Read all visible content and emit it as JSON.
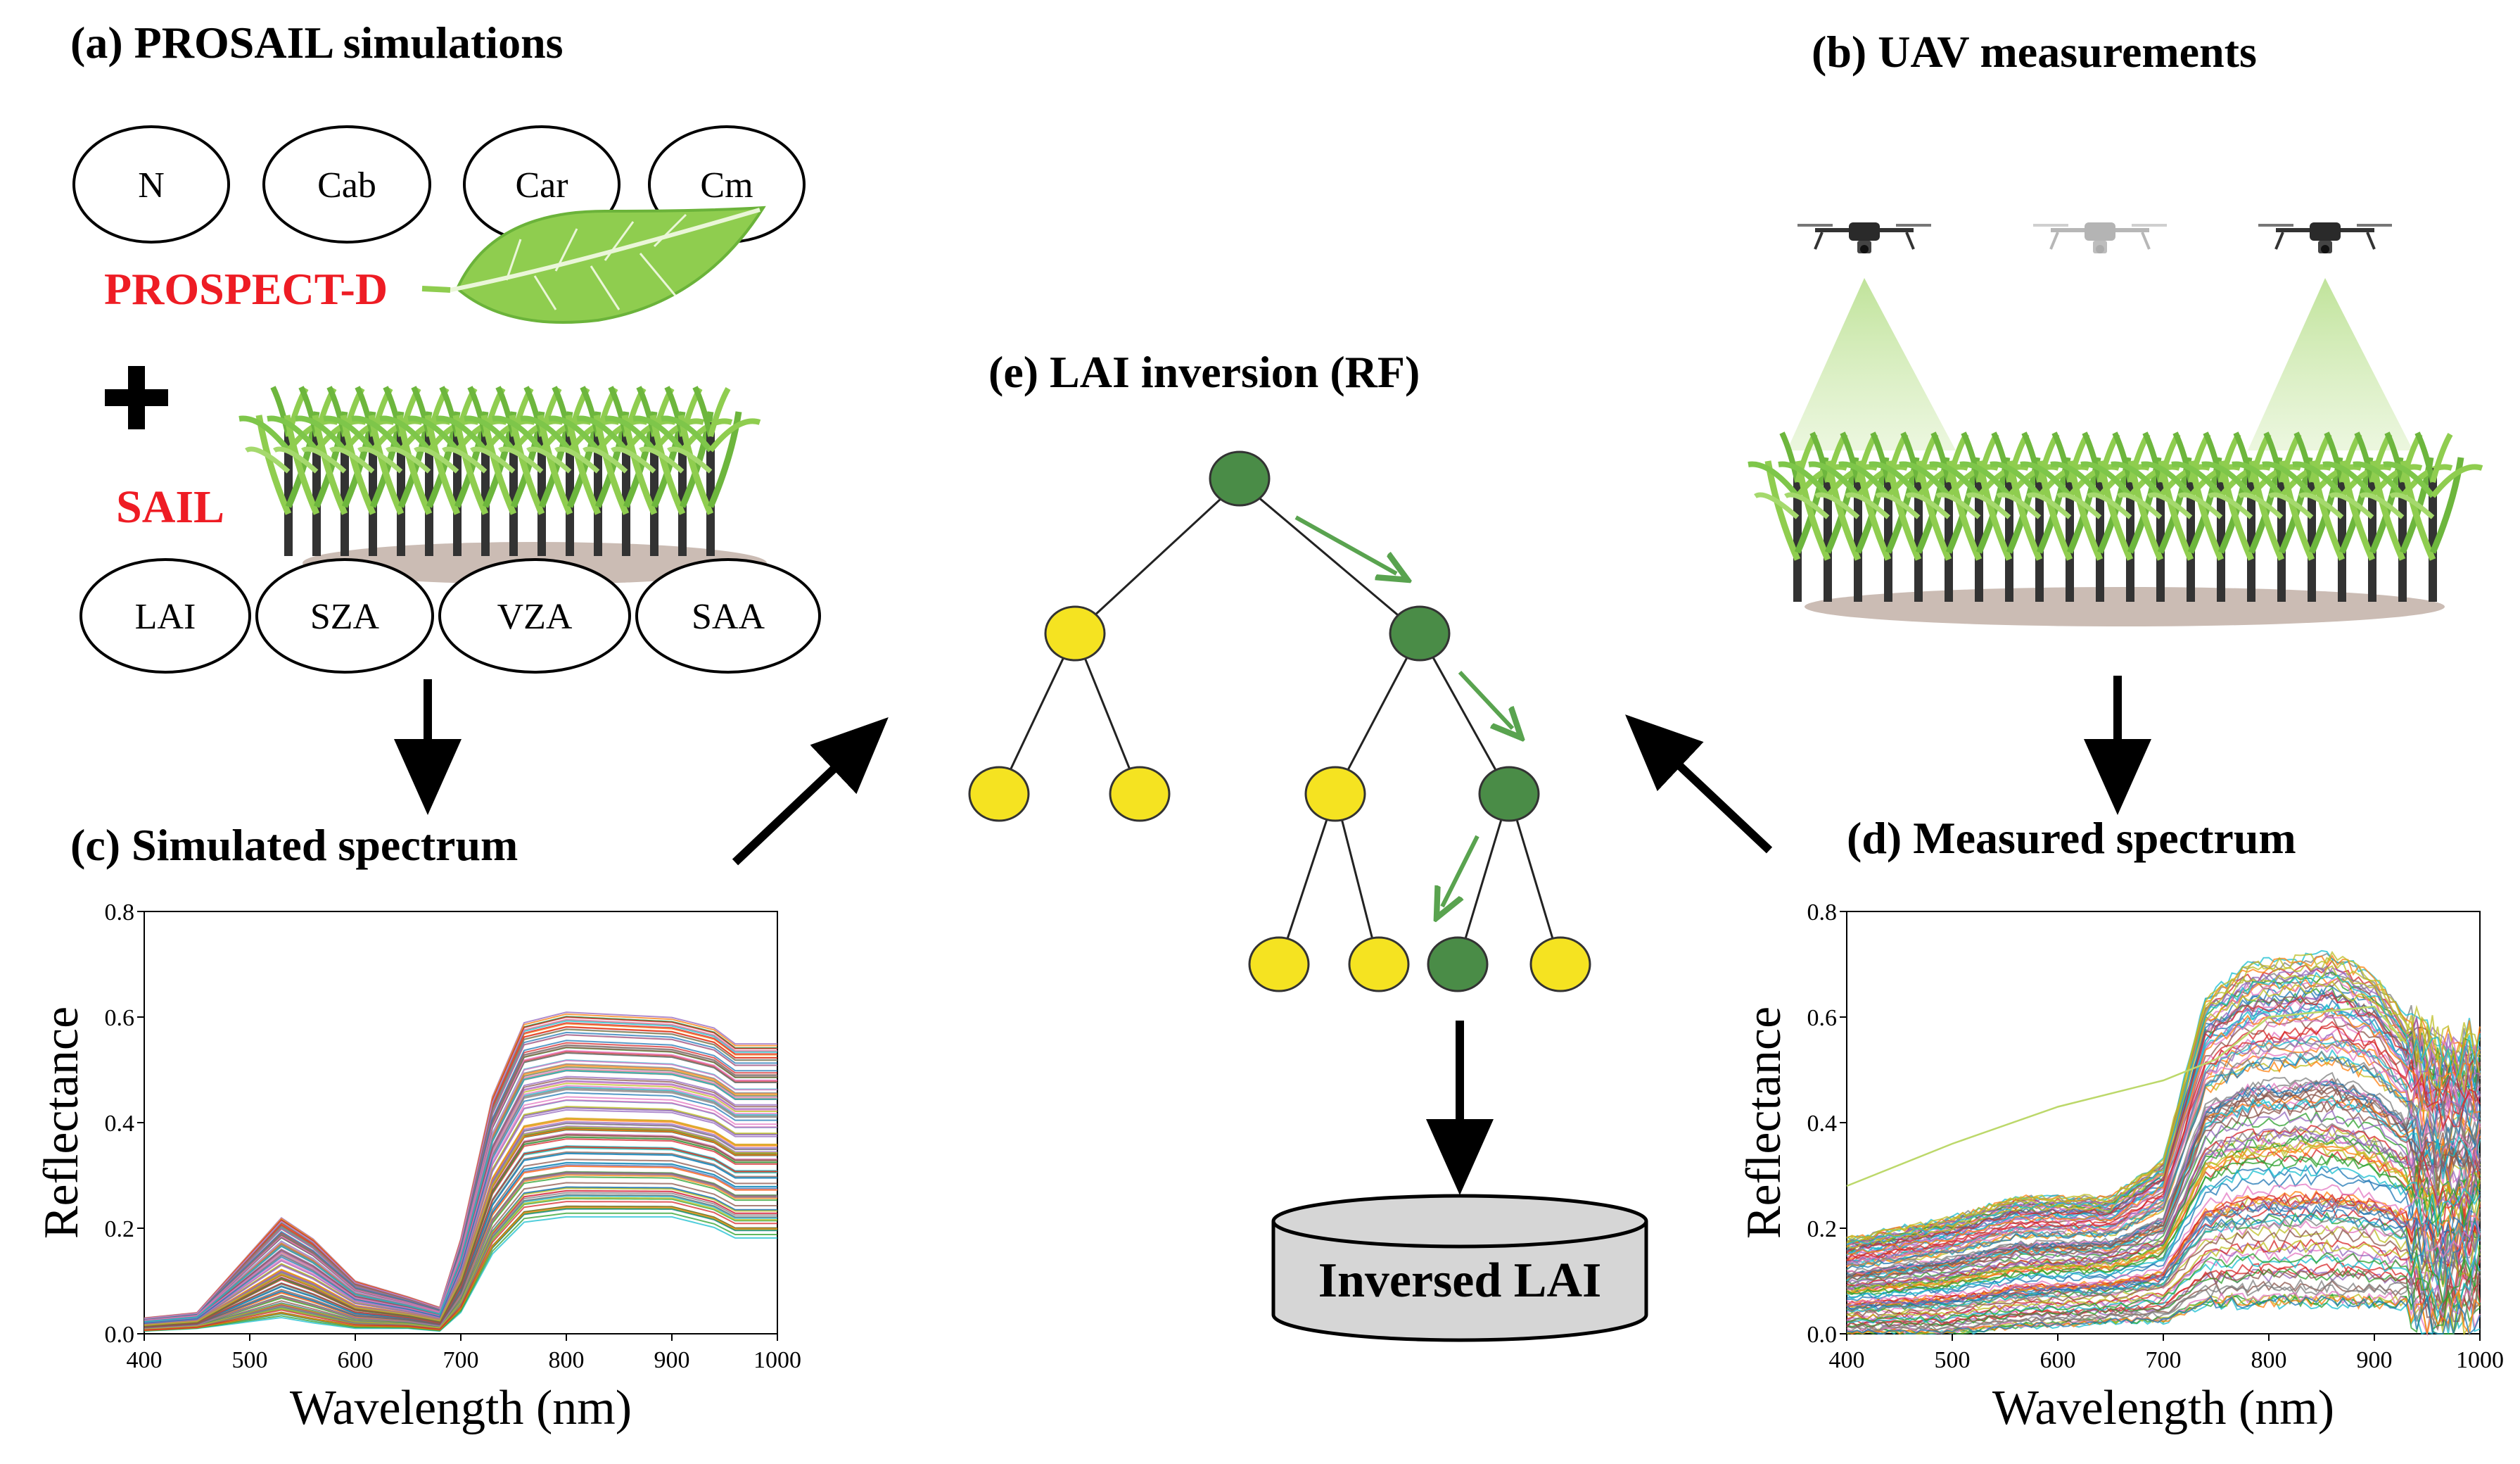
{
  "panels": {
    "a": {
      "title": "(a) PROSAIL simulations",
      "leaf_params": [
        "N",
        "Cab",
        "Car",
        "Cm"
      ],
      "leaf_model": "PROSPECT-D",
      "canopy_model": "SAIL",
      "canopy_params": [
        "LAI",
        "SZA",
        "VZA",
        "SAA"
      ]
    },
    "b": {
      "title": "(b) UAV measurements"
    },
    "c": {
      "title": "(c) Simulated spectrum"
    },
    "d": {
      "title": "(d) Measured spectrum"
    },
    "e": {
      "title": "(e) LAI inversion (RF)",
      "output": "Inversed LAI"
    }
  },
  "colors": {
    "model_label": "#ee1c24",
    "tree_active": "#4a8c47",
    "tree_inactive": "#f5e321",
    "path_arrow": "#59a34f",
    "leaf": "#8fcd4f",
    "plant": "#7ec64a",
    "stem": "#3a3a3a",
    "ground": "#cbbcb4",
    "uav_beam": "#c7e6a6",
    "database": "#d6d6d6"
  },
  "chart_data": [
    {
      "id": "simulated",
      "type": "line",
      "title": "",
      "xlabel": "Wavelength (nm)",
      "ylabel": "Reflectance",
      "xlim": [
        400,
        1000
      ],
      "ylim": [
        0.0,
        0.8
      ],
      "xticks": [
        400,
        500,
        600,
        700,
        800,
        900,
        1000
      ],
      "yticks": [
        0.0,
        0.2,
        0.4,
        0.6,
        0.8
      ],
      "ytick_labels": [
        "0.0",
        "0.2",
        "0.4",
        "0.6",
        "0.8"
      ],
      "grid": false,
      "description_of_series": "many simulated PROSAIL spectra",
      "envelope": {
        "x": [
          400,
          450,
          530,
          560,
          600,
          650,
          680,
          700,
          730,
          760,
          800,
          900,
          940,
          960,
          1000
        ],
        "lower": [
          0.005,
          0.01,
          0.03,
          0.02,
          0.01,
          0.01,
          0.005,
          0.04,
          0.15,
          0.21,
          0.22,
          0.22,
          0.2,
          0.18,
          0.18
        ],
        "upper": [
          0.03,
          0.04,
          0.22,
          0.18,
          0.1,
          0.07,
          0.05,
          0.18,
          0.45,
          0.59,
          0.61,
          0.6,
          0.58,
          0.55,
          0.55
        ]
      }
    },
    {
      "id": "measured",
      "type": "line",
      "title": "",
      "xlabel": "Wavelength (nm)",
      "ylabel": "Reflectance",
      "xlim": [
        400,
        1000
      ],
      "ylim": [
        0.0,
        0.8
      ],
      "xticks": [
        400,
        500,
        600,
        700,
        800,
        900,
        1000
      ],
      "yticks": [
        0.0,
        0.2,
        0.4,
        0.6,
        0.8
      ],
      "ytick_labels": [
        "0.0",
        "0.2",
        "0.4",
        "0.6",
        "0.8"
      ],
      "grid": false,
      "description_of_series": "many measured UAV spectra",
      "envelope": {
        "x": [
          400,
          500,
          560,
          650,
          700,
          740,
          780,
          860,
          900,
          930,
          960,
          1000
        ],
        "lower": [
          0.0,
          0.0,
          0.01,
          0.02,
          0.02,
          0.05,
          0.05,
          0.05,
          0.05,
          0.05,
          0.0,
          0.05
        ],
        "upper": [
          0.18,
          0.22,
          0.26,
          0.26,
          0.33,
          0.64,
          0.7,
          0.72,
          0.68,
          0.6,
          0.55,
          0.55
        ]
      },
      "outlier": {
        "x": [
          400,
          500,
          600,
          700,
          750,
          800,
          900,
          930
        ],
        "y": [
          0.28,
          0.36,
          0.43,
          0.48,
          0.52,
          0.6,
          0.62,
          0.55
        ]
      }
    }
  ]
}
